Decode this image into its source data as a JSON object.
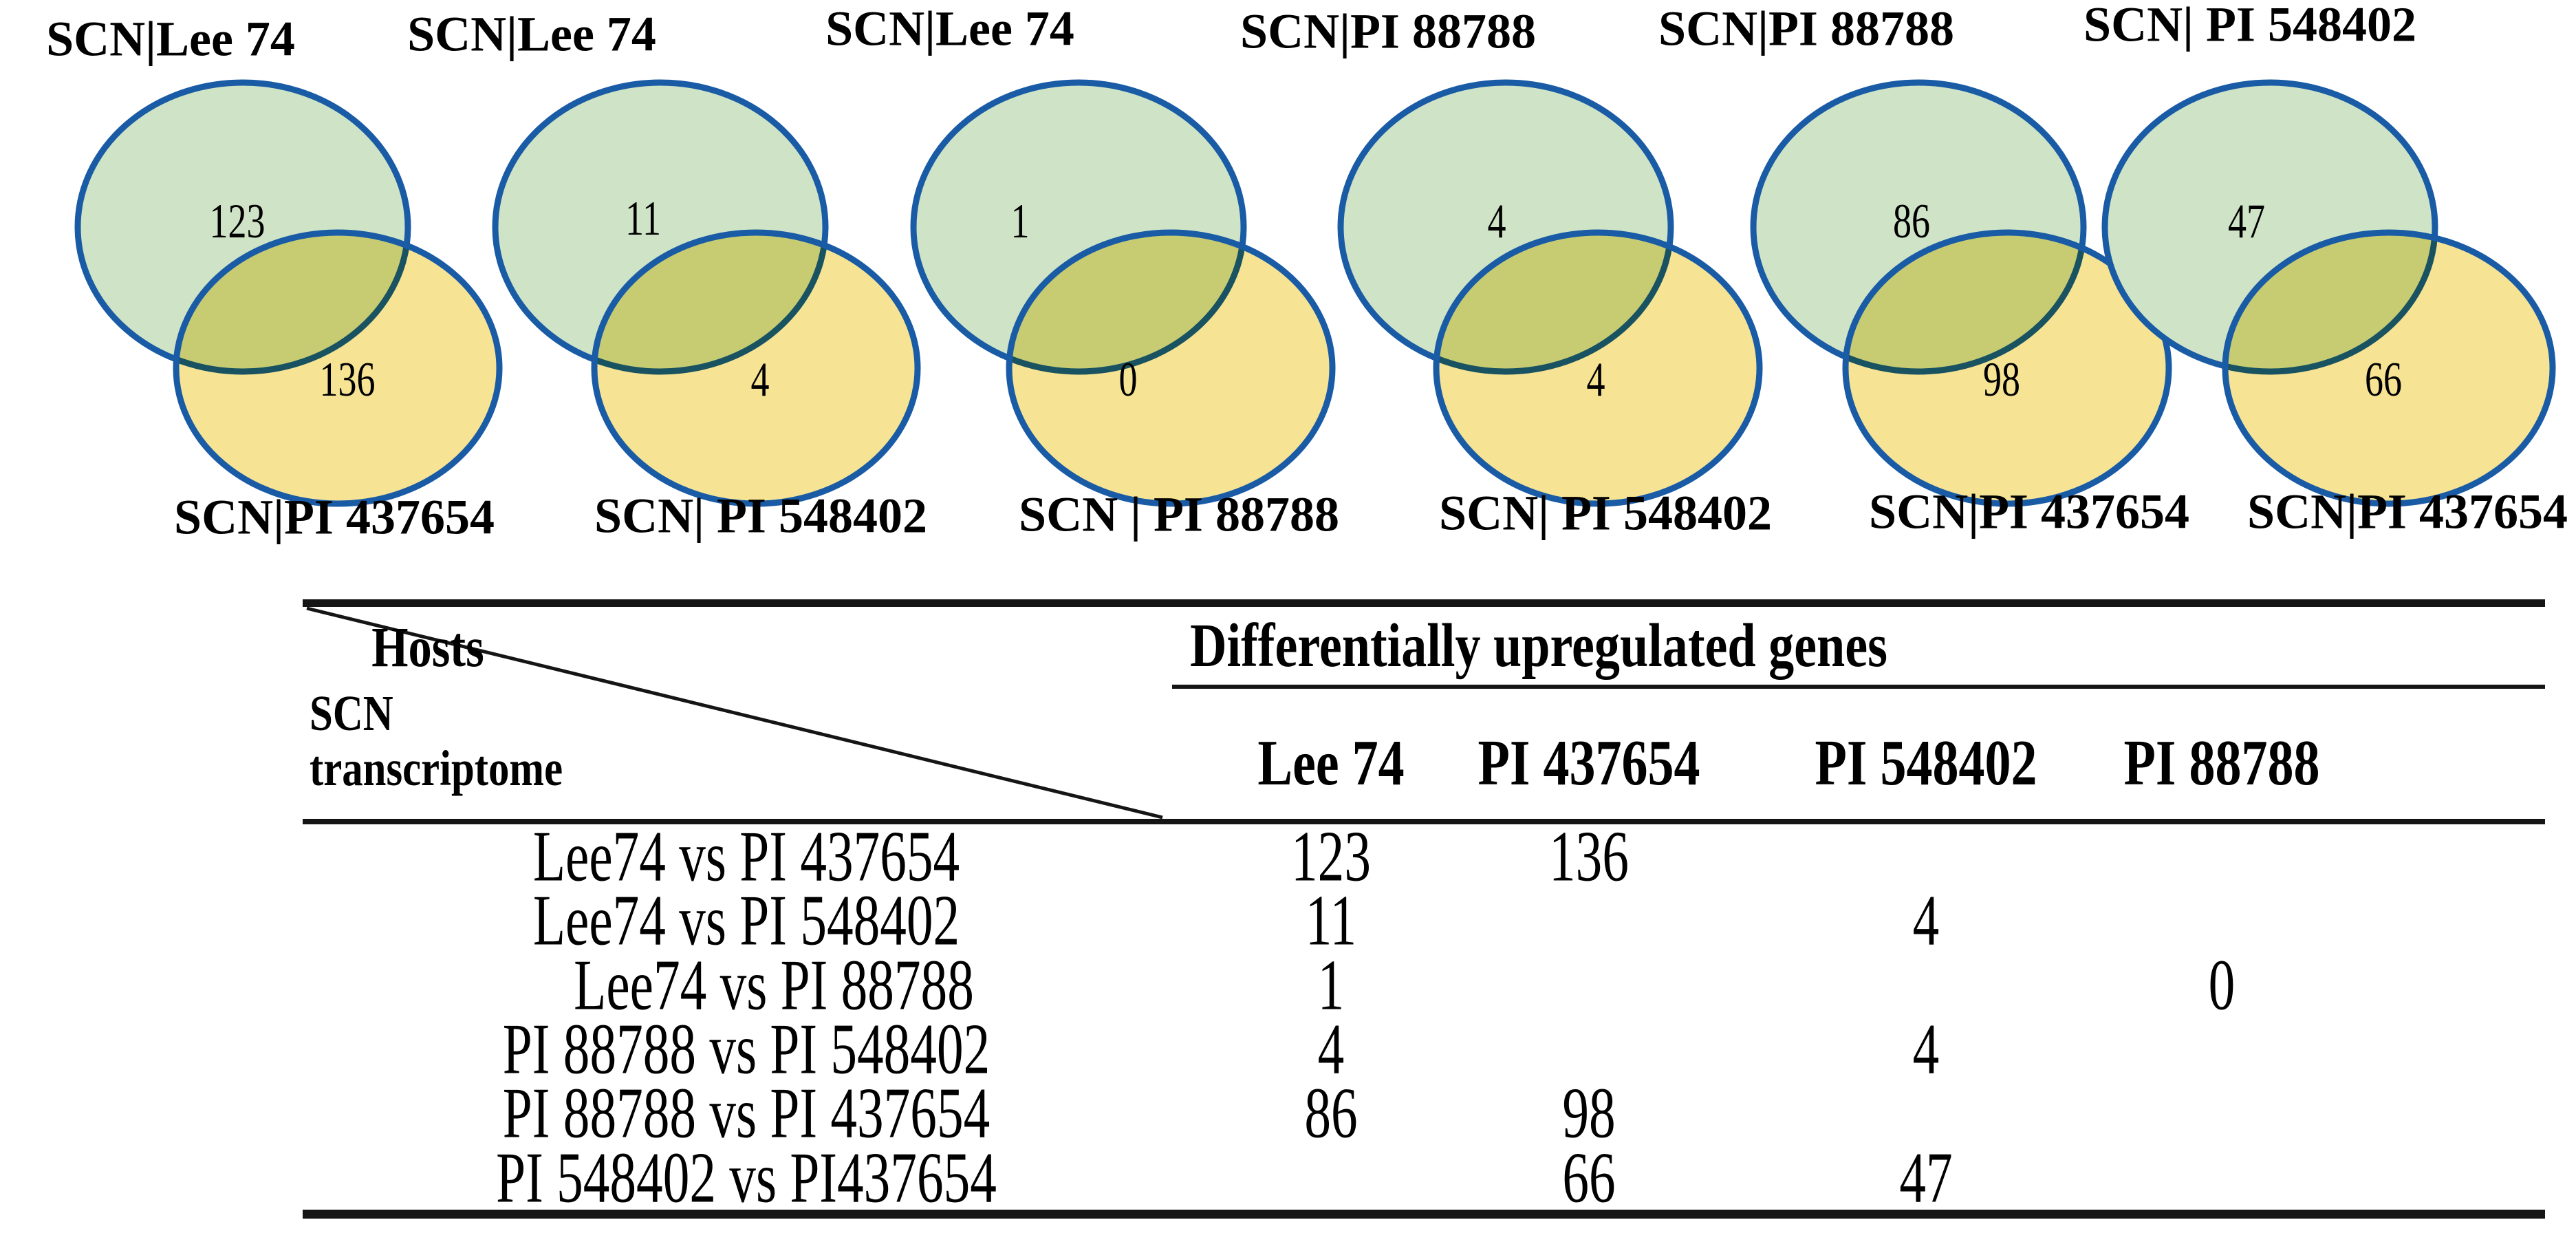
{
  "colors": {
    "background": "#ffffff",
    "venn_green_fill": "#cfe4c6",
    "venn_yellow_fill": "#f6e494",
    "venn_stroke_blue": "#1a5ba6",
    "venn_overlap_blend": "multiply",
    "text_color": "#000000",
    "table_line_color": "#151515"
  },
  "venns": [
    {
      "top_label": "SCN|Lee 74",
      "bottom_label": "SCN|PI 437654",
      "green_count": "123",
      "yellow_count": "136"
    },
    {
      "top_label": "SCN|Lee 74",
      "bottom_label": "SCN| PI 548402",
      "green_count": "11",
      "yellow_count": "4"
    },
    {
      "top_label": "SCN|Lee 74",
      "bottom_label": "SCN | PI 88788",
      "green_count": "1",
      "yellow_count": "0"
    },
    {
      "top_label": "SCN|PI 88788",
      "bottom_label": "SCN| PI 548402",
      "green_count": "4",
      "yellow_count": "4"
    },
    {
      "top_label": "SCN|PI 88788",
      "bottom_label": "SCN|PI 437654",
      "green_count": "86",
      "yellow_count": "98"
    },
    {
      "top_label": "SCN| PI 548402",
      "bottom_label": "SCN|PI 437654",
      "green_count": "47",
      "yellow_count": "66"
    }
  ],
  "table": {
    "corner_top_label": "Hosts",
    "corner_bottom_lines": [
      "SCN",
      "transcriptome"
    ],
    "group_header": "Differentially upregulated genes",
    "columns": [
      "Lee 74",
      "PI 437654",
      "PI 548402",
      "PI 88788"
    ],
    "rows": [
      {
        "label": "Lee74 vs PI 437654",
        "values": [
          "123",
          "136",
          "",
          ""
        ]
      },
      {
        "label": "Lee74 vs PI 548402",
        "values": [
          "11",
          "",
          "4",
          ""
        ]
      },
      {
        "label": "Lee74 vs PI 88788",
        "values": [
          "1",
          "",
          "",
          "0"
        ]
      },
      {
        "label": "PI 88788 vs PI 548402",
        "values": [
          "4",
          "",
          "4",
          ""
        ]
      },
      {
        "label": "PI 88788 vs PI 437654",
        "values": [
          "86",
          "98",
          "",
          ""
        ]
      },
      {
        "label": "PI 548402 vs PI437654",
        "values": [
          "",
          "66",
          "47",
          ""
        ]
      }
    ]
  },
  "chart_data": {
    "type": "table",
    "title": "Differentially upregulated genes in SCN transcriptome comparisons across soybean hosts",
    "col_axis": "Hosts",
    "row_axis": "SCN transcriptome",
    "group_header": "Differentially upregulated genes",
    "columns": [
      "Lee 74",
      "PI 437654",
      "PI 548402",
      "PI 88788"
    ],
    "rows": [
      {
        "label": "Lee74 vs PI 437654",
        "values": [
          123,
          136,
          null,
          null
        ]
      },
      {
        "label": "Lee74 vs PI 548402",
        "values": [
          11,
          null,
          4,
          null
        ]
      },
      {
        "label": "Lee74 vs PI 88788",
        "values": [
          1,
          null,
          null,
          0
        ]
      },
      {
        "label": "PI 88788 vs PI 548402",
        "values": [
          4,
          null,
          4,
          null
        ]
      },
      {
        "label": "PI 88788 vs PI 437654",
        "values": [
          86,
          98,
          null,
          null
        ]
      },
      {
        "label": "PI 548402 vs PI437654",
        "values": [
          null,
          66,
          47,
          null
        ]
      }
    ],
    "venn_pairs": [
      {
        "set_a": "SCN|Lee 74",
        "count_a": 123,
        "set_b": "SCN|PI 437654",
        "count_b": 136
      },
      {
        "set_a": "SCN|Lee 74",
        "count_a": 11,
        "set_b": "SCN| PI 548402",
        "count_b": 4
      },
      {
        "set_a": "SCN|Lee 74",
        "count_a": 1,
        "set_b": "SCN | PI 88788",
        "count_b": 0
      },
      {
        "set_a": "SCN|PI 88788",
        "count_a": 4,
        "set_b": "SCN| PI 548402",
        "count_b": 4
      },
      {
        "set_a": "SCN|PI 88788",
        "count_a": 86,
        "set_b": "SCN|PI 437654",
        "count_b": 98
      },
      {
        "set_a": "SCN| PI 548402",
        "count_a": 47,
        "set_b": "SCN|PI 437654",
        "count_b": 66
      }
    ],
    "legend_position": "none",
    "grid": false
  }
}
